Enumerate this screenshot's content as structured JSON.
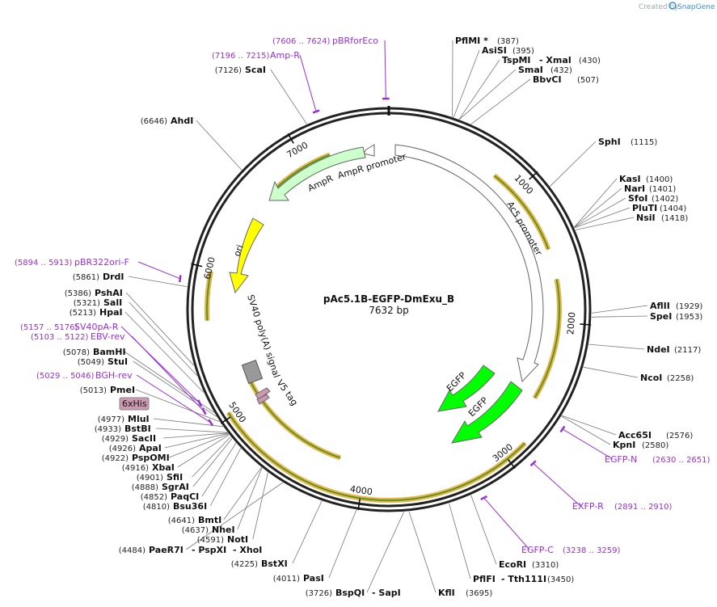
{
  "credit": {
    "prefix": "Created by",
    "brand": "SnapGene"
  },
  "plasmid": {
    "name": "pAc5.1B-EGFP-DmExu_B",
    "length": "7632 bp",
    "total_bp": 7632
  },
  "ring_ticks": [
    {
      "label": "1000"
    },
    {
      "label": "2000"
    },
    {
      "label": "3000"
    },
    {
      "label": "4000"
    },
    {
      "label": "5000"
    },
    {
      "label": "6000"
    },
    {
      "label": "7000"
    }
  ],
  "features": [
    {
      "label": "AmpR promoter",
      "color": "#ffffff"
    },
    {
      "label": "AmpR",
      "color": "#ccffcc"
    },
    {
      "label": "ori",
      "color": "#ffff00"
    },
    {
      "label": "SV40 poly(A) signal",
      "color": "#999999"
    },
    {
      "label": "V5 tag",
      "color": "#cc99b2"
    },
    {
      "label": "Ac5 promoter",
      "color": "#ffffff"
    },
    {
      "label": "EGFP",
      "color": "#00ff00"
    },
    {
      "label": "EGFP",
      "color": "#00ff00"
    },
    {
      "label": "6xHis",
      "color": "#cc99b2"
    }
  ],
  "sites": [
    {
      "name": "PflMI *",
      "pos": "(387)"
    },
    {
      "name": "AsiSI",
      "pos": "(395)"
    },
    {
      "name": "TspMI",
      "pos": ""
    },
    {
      "name": "- XmaI",
      "pos": "(430)"
    },
    {
      "name": "SmaI",
      "pos": "(432)"
    },
    {
      "name": "BbvCI",
      "pos": "(507)"
    },
    {
      "name": "SphI",
      "pos": "(1115)"
    },
    {
      "name": "KasI",
      "pos": "(1400)"
    },
    {
      "name": "NarI",
      "pos": "(1401)"
    },
    {
      "name": "SfoI",
      "pos": "(1402)"
    },
    {
      "name": "PluTI",
      "pos": "(1404)"
    },
    {
      "name": "NsiI",
      "pos": "(1418)"
    },
    {
      "name": "AflII",
      "pos": "(1929)"
    },
    {
      "name": "SpeI",
      "pos": "(1953)"
    },
    {
      "name": "NdeI",
      "pos": "(2117)"
    },
    {
      "name": "NcoI",
      "pos": "(2258)"
    },
    {
      "name": "Acc65I",
      "pos": "(2576)"
    },
    {
      "name": "KpnI",
      "pos": "(2580)"
    },
    {
      "name": "EcoRI",
      "pos": "(3310)"
    },
    {
      "name": "PflFI",
      "pos": ""
    },
    {
      "name": "- Tth111I",
      "pos": "(3450)"
    },
    {
      "name": "KflI",
      "pos": "(3695)"
    },
    {
      "name": "BspQI",
      "pos": "(3726)"
    },
    {
      "name": "- SapI",
      "pos": ""
    },
    {
      "name": "PasI",
      "pos": "(4011)"
    },
    {
      "name": "BstXI",
      "pos": "(4225)"
    },
    {
      "name": "PaeR7I",
      "pos": "(4484)"
    },
    {
      "name": "- PspXI",
      "pos": ""
    },
    {
      "name": "- XhoI",
      "pos": ""
    },
    {
      "name": "NotI",
      "pos": "(4591)"
    },
    {
      "name": "NheI",
      "pos": "(4637)"
    },
    {
      "name": "BmtI",
      "pos": "(4641)"
    },
    {
      "name": "Bsu36I",
      "pos": "(4810)"
    },
    {
      "name": "PaqCI",
      "pos": "(4852)"
    },
    {
      "name": "SgrAI",
      "pos": "(4888)"
    },
    {
      "name": "SfiI",
      "pos": "(4901)"
    },
    {
      "name": "XbaI",
      "pos": "(4916)"
    },
    {
      "name": "PspOMI",
      "pos": "(4922)"
    },
    {
      "name": "ApaI",
      "pos": "(4926)"
    },
    {
      "name": "SacII",
      "pos": "(4929)"
    },
    {
      "name": "BstBI",
      "pos": "(4933)"
    },
    {
      "name": "MluI",
      "pos": "(4977)"
    },
    {
      "name": "PmeI",
      "pos": "(5013)"
    },
    {
      "name": "StuI",
      "pos": "(5049)"
    },
    {
      "name": "BamHI",
      "pos": "(5078)"
    },
    {
      "name": "HpaI",
      "pos": "(5213)"
    },
    {
      "name": "SalI",
      "pos": "(5321)"
    },
    {
      "name": "PshAI",
      "pos": "(5386)"
    },
    {
      "name": "DrdI",
      "pos": "(5861)"
    },
    {
      "name": "AhdI",
      "pos": "(6646)"
    },
    {
      "name": "ScaI",
      "pos": "(7126)"
    }
  ],
  "primers": [
    {
      "name": "pBRforEco",
      "pos": "(7606 .. 7624)"
    },
    {
      "name": "Amp-R",
      "pos": "(7196 .. 7215)"
    },
    {
      "name": "pBR322ori-F",
      "pos": "(5894 .. 5913)"
    },
    {
      "name": "SV40pA-R",
      "pos": "(5157 .. 5176)"
    },
    {
      "name": "EBV-rev",
      "pos": "(5103 .. 5122)"
    },
    {
      "name": "BGH-rev",
      "pos": "(5029 .. 5046)"
    },
    {
      "name": "EGFP-N",
      "pos": "(2630 .. 2651)"
    },
    {
      "name": "EXFP-R",
      "pos": "(2891 .. 2910)"
    },
    {
      "name": "EGFP-C",
      "pos": "(3238 .. 3259)"
    }
  ],
  "colors": {
    "primer": "#9a2fd6",
    "orf": "#f0a020",
    "ring": "#222222"
  }
}
